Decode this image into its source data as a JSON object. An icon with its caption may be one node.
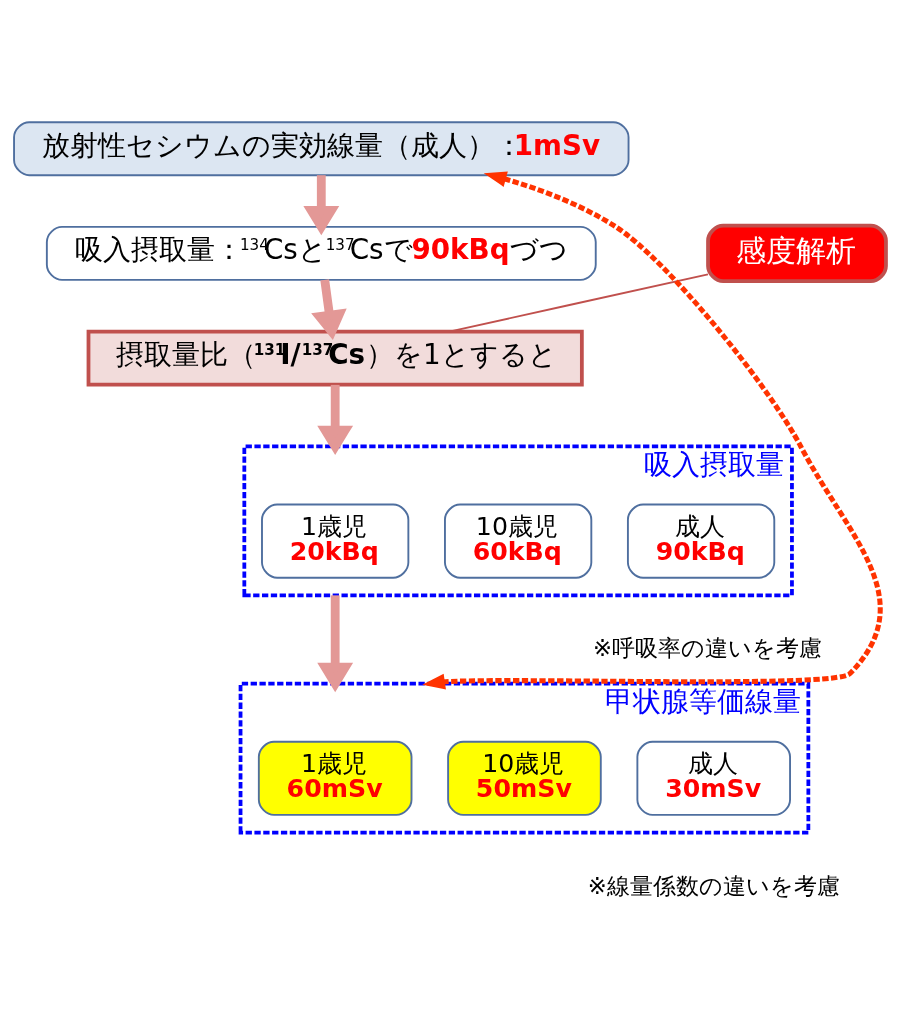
{
  "diagram": {
    "nodes": [
      {
        "text": [
          "放射性セシウムの実効線量（成人）：**1mSv**"
        ]
      },
      {
        "text": [
          "吸入摂取量：$^{134}$Csと$^{137}$Csで**90kBq**づつ"
        ]
      },
      {
        "text": [
          "摂取量比（**$^{131}$I/$^{137}$Cs**）を1とすると"
        ]
      },
      {
        "text": [
          "感度解析"
        ]
      },
      {
        "text": [
          "吸入摂取量"
        ]
      },
      {
        "text": [
          "1歳児",
          "20kBq"
        ],
        "in": 4
      },
      {
        "text": [
          "10歳児",
          "60kBq"
        ],
        "in": 4
      },
      {
        "text": [
          "成人",
          "90kBq"
        ],
        "in": 4
      },
      {
        "text": [
          "甲状腺等価線量"
        ]
      },
      {
        "text": [
          "1歳児",
          "60mSv"
        ],
        "in": 8
      },
      {
        "text": [
          "10歳児",
          "50mSv"
        ],
        "in": 8
      },
      {
        "text": [
          "成人",
          "30mSv"
        ],
        "in": 8
      }
    ],
    "edges": [
      {
        "from": 0,
        "to": 1,
        "arrow": "to"
      },
      {
        "from": 1,
        "to": 2,
        "arrow": "to"
      },
      {
        "from": 2,
        "to": 4,
        "arrow": "to"
      },
      {
        "from": 4,
        "to": 8,
        "arrow": "to"
      },
      {
        "from": 3,
        "to": 2,
        "arrow": "none",
        "color": "#c0504d"
      },
      {
        "from": 8,
        "to": 0,
        "arrow": "both",
        "style": "dashed",
        "color": "#ff3300"
      }
    ],
    "labels": [
      "※呼吸率の違いを考慮",
      "※線量係数の違いを考慮"
    ]
  }
}
